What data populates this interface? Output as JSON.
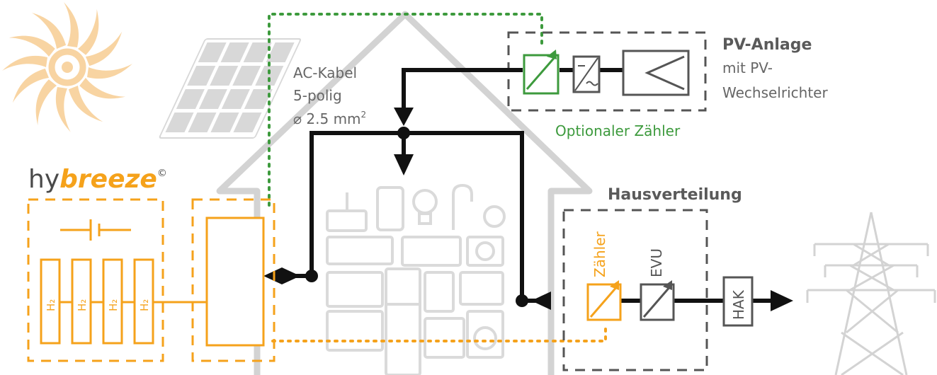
{
  "brand": {
    "prefix": "hy",
    "suffix": "breeze",
    "mark": "©"
  },
  "cable": {
    "line1": "AC-Kabel",
    "line2": "5-polig",
    "line3": "⌀ 2.5 mm",
    "sup": "2"
  },
  "pv": {
    "title": "PV-Anlage",
    "sub1": "mit PV-",
    "sub2": "Wechselrichter",
    "meter_note": "Optionaler Zähler"
  },
  "hausverteilung": {
    "title": "Hausverteilung",
    "meter": "Zähler",
    "evu": "EVU",
    "hak": "HAK"
  },
  "cells": [
    "H₂",
    "H₂",
    "H₂",
    "H₂"
  ],
  "colors": {
    "orange": "#F5A21B",
    "green": "#3D9A3D",
    "black": "#111111",
    "gray": "#D3D3D3",
    "dark_gray": "#555555",
    "sun": "#F8D4A2"
  }
}
